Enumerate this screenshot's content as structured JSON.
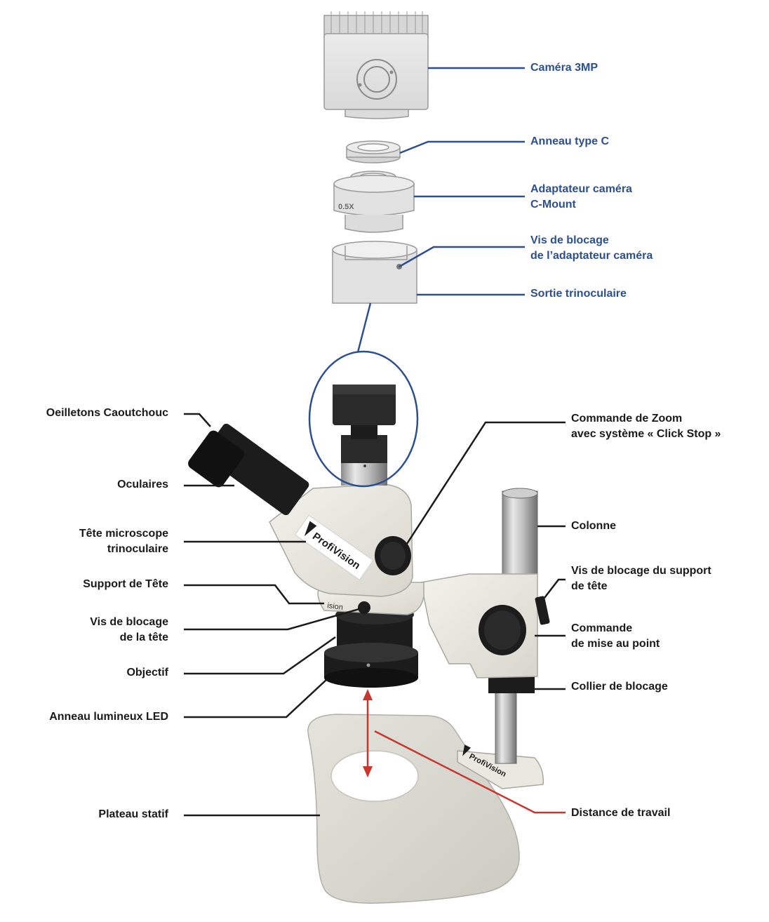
{
  "colors": {
    "camera_label": "#2c4f8f",
    "microscope_label": "#1a1a1a",
    "working_distance": "#c8362d",
    "body": "#e6e4dc",
    "dark_parts": "#1c1c1c"
  },
  "camera_parts": {
    "camera": "Caméra 3MP",
    "c_ring": "Anneau type C",
    "adapter_line1": "Adaptateur caméra",
    "adapter_line2": "C-Mount",
    "adapter_screw_line1": "Vis de blocage",
    "adapter_screw_line2": "de l’adaptateur caméra",
    "trinocular_out": "Sortie trinoculaire",
    "adapter_marking": "0.5X"
  },
  "left_labels": {
    "eyecups": "Oeilletons Caoutchouc",
    "eyepieces": "Oculaires",
    "head_line1": "Tête microscope",
    "head_line2": "trinoculaire",
    "head_support": "Support de Tête",
    "head_screw_line1": "Vis de blocage",
    "head_screw_line2": "de la tête",
    "objective": "Objectif",
    "led_ring": "Anneau lumineux LED",
    "base_plate": "Plateau statif"
  },
  "right_labels": {
    "zoom_line1": "Commande de Zoom",
    "zoom_line2": "avec système « Click Stop »",
    "column": "Colonne",
    "support_screw_line1": "Vis de blocage du support",
    "support_screw_line2": "de tête",
    "focus_line1": "Commande",
    "focus_line2": "de mise au point",
    "lock_collar": "Collier de blocage",
    "working_distance": "Distance de travail"
  },
  "brand": {
    "head_logo": "ProfiVision",
    "support_logo": "ision",
    "base_logo": "ProfiVision"
  }
}
